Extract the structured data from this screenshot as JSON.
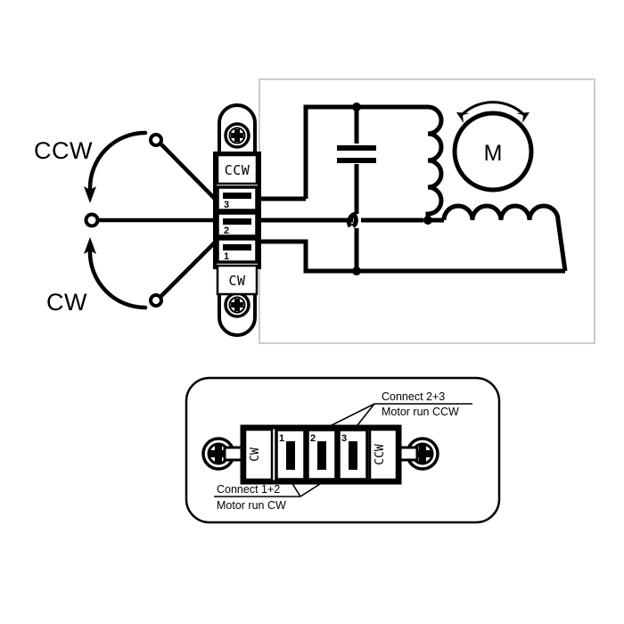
{
  "figure": {
    "title": "Single-phase capacitor motor CW/CCW wiring diagram",
    "background_color": "#ffffff",
    "line_color": "#000000",
    "panel_border_color": "#cccccc"
  },
  "top_diagram": {
    "rotation_labels": {
      "ccw": "CCW",
      "cw": "CW"
    },
    "terminal_block": {
      "top_label": "CCW",
      "bottom_label": "CW",
      "terminals": [
        {
          "number": "3"
        },
        {
          "number": "2"
        },
        {
          "number": "1"
        }
      ],
      "screw_icon": "phillips-screw-icon"
    },
    "schematic": {
      "motor_label": "M",
      "motor_rotation_icon": "rotation-arc-arrow-icon",
      "capacitor_icon": "capacitor-icon",
      "start_winding_icon": "coil-icon",
      "run_winding_icon": "coil-icon",
      "junction_icon": "junction-dot-icon",
      "wire_hop_icon": "wire-hop-icon"
    }
  },
  "bottom_diagram": {
    "terminal_block": {
      "left_label": "CW",
      "right_label": "CCW",
      "terminals": [
        {
          "number": "1"
        },
        {
          "number": "2"
        },
        {
          "number": "3"
        }
      ],
      "screw_icon": "slotted-screw-icon"
    },
    "callouts": [
      {
        "id": "ccw-callout",
        "line1": "Connect 2+3",
        "line2": "Motor run CCW"
      },
      {
        "id": "cw-callout",
        "line1": "Connect 1+2",
        "line2": "Motor run CW"
      }
    ]
  }
}
